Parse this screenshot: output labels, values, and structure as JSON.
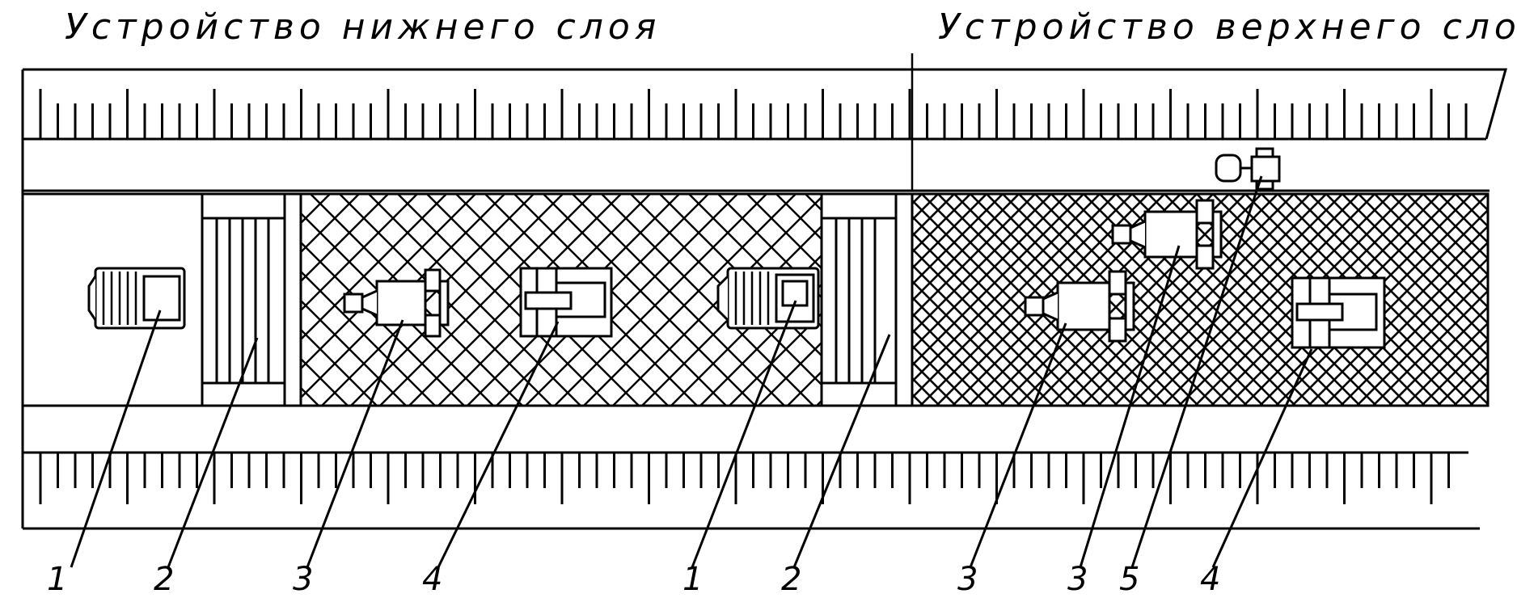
{
  "titles": {
    "left": "Устройство нижнего слоя",
    "right": "Устройство верхнего слоя"
  },
  "callouts": {
    "paver_1": "1",
    "roller_strip_1": "2",
    "grader_1": "3",
    "roller_1": "4",
    "paver_2": "1",
    "roller_strip_2": "2",
    "grader_2": "3",
    "grader_3": "3",
    "tractor": "5",
    "roller_2": "4"
  },
  "colors": {
    "ink": "#000000",
    "paper": "#ffffff"
  }
}
